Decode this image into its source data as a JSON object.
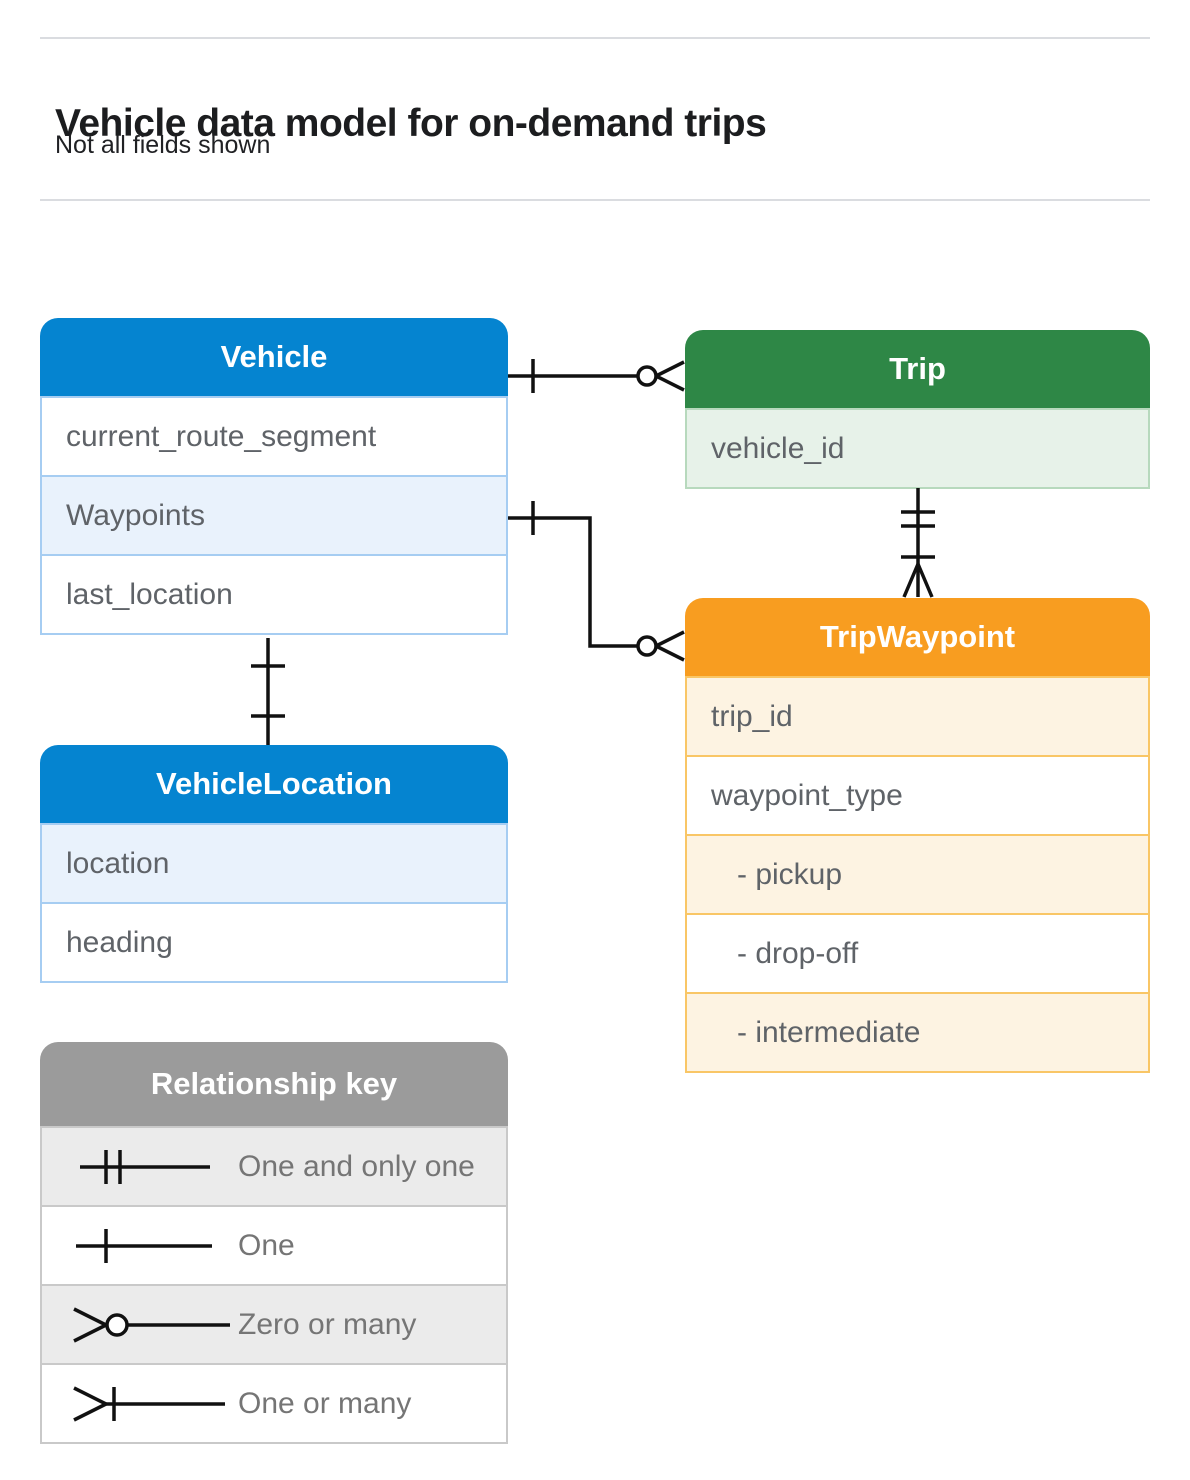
{
  "header": {
    "title": "Vehicle data model for on-demand trips",
    "subtitle": "Not all fields shown"
  },
  "entities": {
    "vehicle": {
      "title": "Vehicle",
      "fields": [
        "current_route_segment",
        "Waypoints",
        "last_location"
      ]
    },
    "trip": {
      "title": "Trip",
      "fields": [
        "vehicle_id"
      ]
    },
    "trip_waypoint": {
      "title": "TripWaypoint",
      "fields": [
        "trip_id",
        "waypoint_type",
        "- pickup",
        "- drop-off",
        "- intermediate"
      ]
    },
    "vehicle_location": {
      "title": "VehicleLocation",
      "fields": [
        "location",
        "heading"
      ]
    }
  },
  "legend": {
    "title": "Relationship key",
    "items": [
      {
        "symbol": "one-and-only-one",
        "label": "One and only one"
      },
      {
        "symbol": "one",
        "label": "One"
      },
      {
        "symbol": "zero-or-many",
        "label": "Zero or many"
      },
      {
        "symbol": "one-or-many",
        "label": "One or many"
      }
    ]
  },
  "connections": [
    {
      "from": "Vehicle",
      "to": "Trip",
      "from_end": "one",
      "to_end": "zero-or-many"
    },
    {
      "from": "Vehicle.Waypoints",
      "to": "TripWaypoint",
      "from_end": "one",
      "to_end": "zero-or-many"
    },
    {
      "from": "Trip",
      "to": "TripWaypoint",
      "from_end": "one-and-only-one",
      "to_end": "one-or-many"
    },
    {
      "from": "Vehicle",
      "to": "VehicleLocation",
      "from_end": "one",
      "to_end": "one"
    }
  ],
  "colors": {
    "blue_header": "#0584d0",
    "blue_row": "#e9f2fc",
    "blue_border": "#a6cdf2",
    "green_header": "#2e8746",
    "green_row": "#e7f2e9",
    "green_border": "#b7d9bd",
    "orange_header": "#f89d20",
    "orange_row": "#fdf3e2",
    "orange_border": "#f9c666",
    "gray_header": "#9b9b9b",
    "gray_row": "#ebebeb",
    "gray_border": "#c9c9c9",
    "field_text": "#5f6368",
    "connector": "#111111"
  }
}
